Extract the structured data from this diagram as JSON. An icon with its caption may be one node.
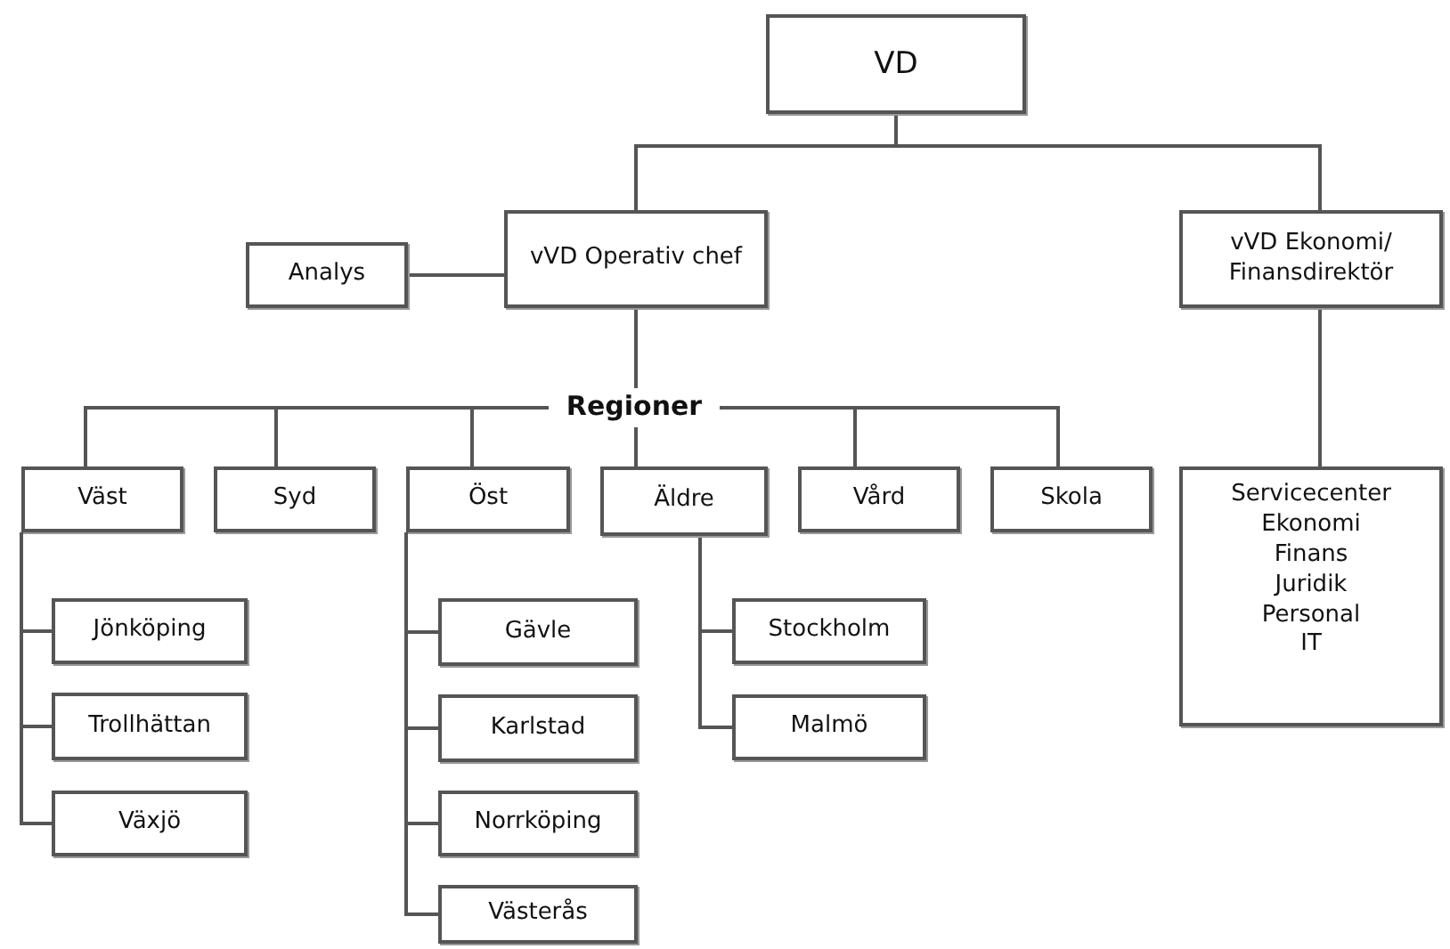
{
  "diagram": {
    "nodes": [
      {
        "text": [
          "VD"
        ]
      },
      {
        "text": [
          "vVD Operativ chef"
        ]
      },
      {
        "text": [
          "Analys"
        ]
      },
      {
        "text": [
          "vVD Ekonomi/ Finansdirektör"
        ]
      },
      {
        "text": [
          "Regioner"
        ]
      },
      {
        "text": [
          "Väst"
        ]
      },
      {
        "text": [
          "Syd"
        ]
      },
      {
        "text": [
          "Öst"
        ]
      },
      {
        "text": [
          "Äldre"
        ]
      },
      {
        "text": [
          "Vård"
        ]
      },
      {
        "text": [
          "Skola"
        ]
      },
      {
        "text": [
          "Servicecenter",
          "Ekonomi",
          "Finans",
          "Juridik",
          "Personal",
          "IT"
        ]
      },
      {
        "text": [
          "Jönköping"
        ]
      },
      {
        "text": [
          "Trollhättan"
        ]
      },
      {
        "text": [
          "Växjö"
        ]
      },
      {
        "text": [
          "Gävle"
        ]
      },
      {
        "text": [
          "Karlstad"
        ]
      },
      {
        "text": [
          "Norrköping"
        ]
      },
      {
        "text": [
          "Västerås"
        ]
      },
      {
        "text": [
          "Stockholm"
        ]
      },
      {
        "text": [
          "Malmö"
        ]
      }
    ],
    "edges": [
      {
        "from": 0,
        "to": 1,
        "arrow": "none"
      },
      {
        "from": 0,
        "to": 3,
        "arrow": "none"
      },
      {
        "from": 1,
        "to": 2,
        "arrow": "none"
      },
      {
        "from": 1,
        "to": 4,
        "arrow": "none"
      },
      {
        "from": 4,
        "to": 5,
        "arrow": "none"
      },
      {
        "from": 4,
        "to": 6,
        "arrow": "none"
      },
      {
        "from": 4,
        "to": 7,
        "arrow": "none"
      },
      {
        "from": 4,
        "to": 8,
        "arrow": "none"
      },
      {
        "from": 4,
        "to": 9,
        "arrow": "none"
      },
      {
        "from": 4,
        "to": 10,
        "arrow": "none"
      },
      {
        "from": 3,
        "to": 11,
        "arrow": "none"
      },
      {
        "from": 5,
        "to": 12,
        "arrow": "none"
      },
      {
        "from": 5,
        "to": 13,
        "arrow": "none"
      },
      {
        "from": 5,
        "to": 14,
        "arrow": "none"
      },
      {
        "from": 7,
        "to": 15,
        "arrow": "none"
      },
      {
        "from": 7,
        "to": 16,
        "arrow": "none"
      },
      {
        "from": 7,
        "to": 17,
        "arrow": "none"
      },
      {
        "from": 7,
        "to": 18,
        "arrow": "none"
      },
      {
        "from": 8,
        "to": 19,
        "arrow": "none"
      },
      {
        "from": 8,
        "to": 20,
        "arrow": "none"
      }
    ]
  }
}
